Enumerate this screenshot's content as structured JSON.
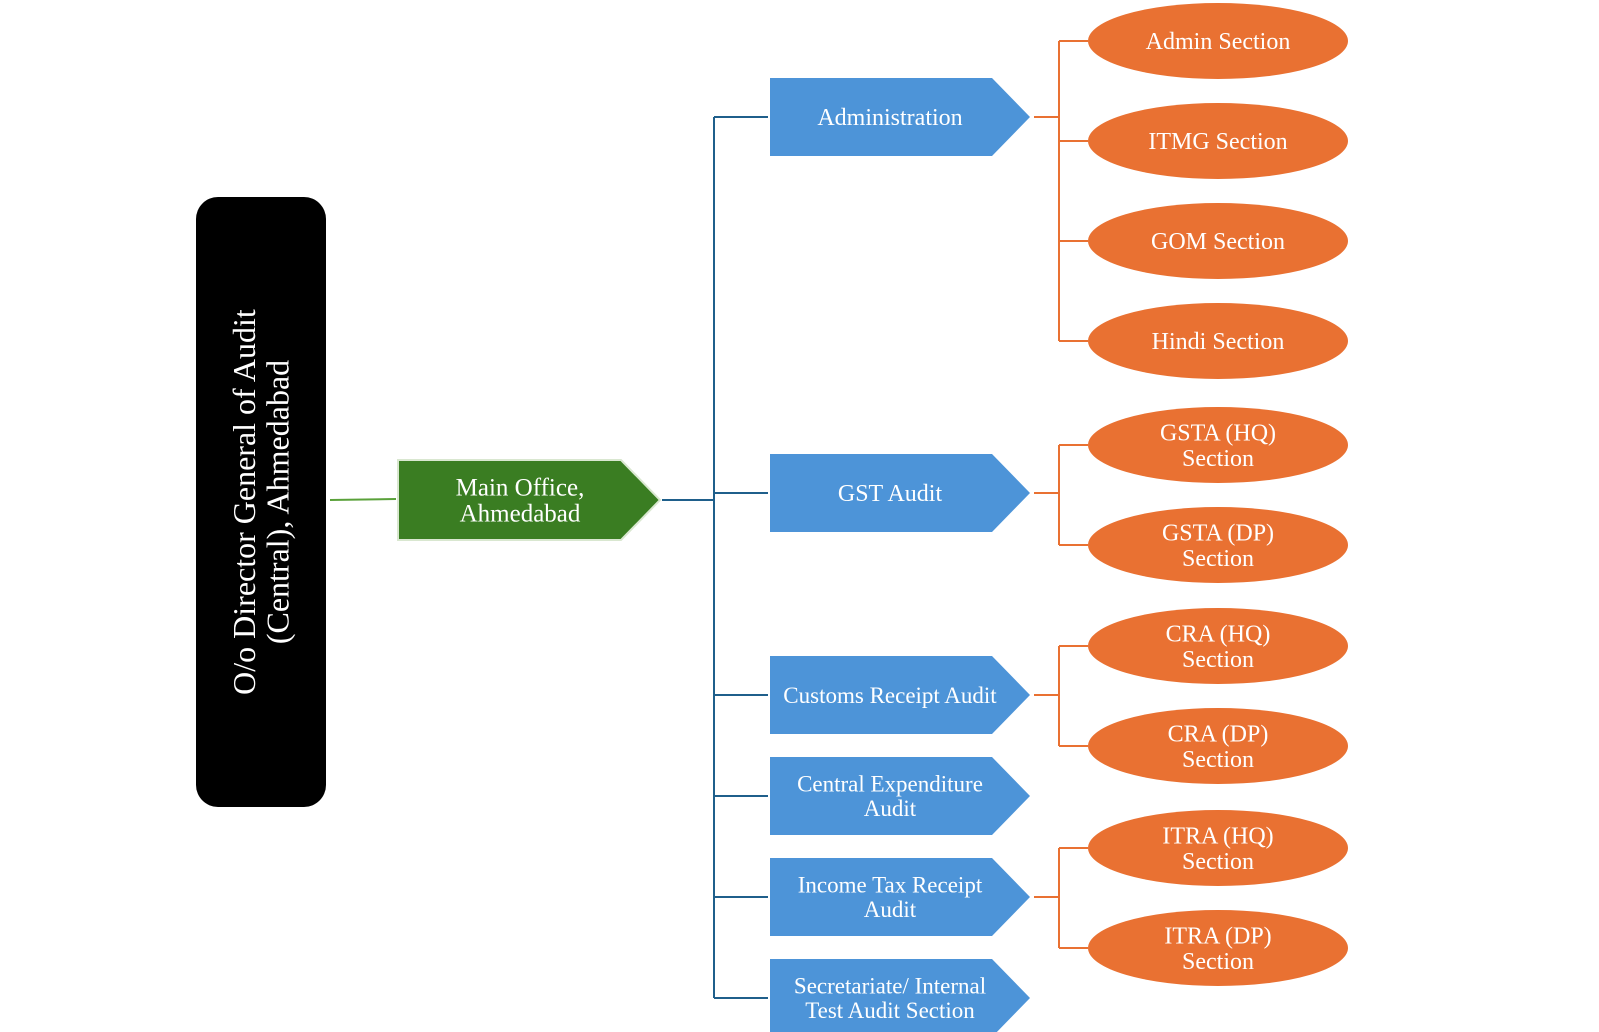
{
  "root": {
    "lines": [
      "O/o Director General of Audit",
      "(Central), Ahmedabad"
    ]
  },
  "main_office": {
    "lines": [
      "Main Office,",
      "Ahmedabad"
    ]
  },
  "wings": [
    {
      "id": "administration",
      "lines": [
        "Administration"
      ],
      "sections": [
        {
          "id": "admin",
          "lines": [
            "Admin Section"
          ]
        },
        {
          "id": "itmg",
          "lines": [
            "ITMG Section"
          ]
        },
        {
          "id": "gom",
          "lines": [
            "GOM Section"
          ]
        },
        {
          "id": "hindi",
          "lines": [
            "Hindi Section"
          ]
        }
      ]
    },
    {
      "id": "gst-audit",
      "lines": [
        "GST Audit"
      ],
      "sections": [
        {
          "id": "gsta-hq",
          "lines": [
            "GSTA (HQ)",
            "Section"
          ]
        },
        {
          "id": "gsta-dp",
          "lines": [
            "GSTA (DP)",
            "Section"
          ]
        }
      ]
    },
    {
      "id": "customs-receipt-audit",
      "lines": [
        "Customs Receipt Audit"
      ],
      "sections": [
        {
          "id": "cra-hq",
          "lines": [
            "CRA (HQ)",
            "Section"
          ]
        },
        {
          "id": "cra-dp",
          "lines": [
            "CRA (DP)",
            "Section"
          ]
        }
      ]
    },
    {
      "id": "central-expenditure-audit",
      "lines": [
        "Central Expenditure",
        "Audit"
      ],
      "sections": []
    },
    {
      "id": "income-tax-receipt-audit",
      "lines": [
        "Income Tax Receipt",
        "Audit"
      ],
      "sections": [
        {
          "id": "itra-hq",
          "lines": [
            "ITRA (HQ)",
            "Section"
          ]
        },
        {
          "id": "itra-dp",
          "lines": [
            "ITRA (DP)",
            "Section"
          ]
        }
      ]
    },
    {
      "id": "secretariate-internal-test-audit-section",
      "lines": [
        "Secretariate/ Internal",
        "Test Audit Section"
      ],
      "sections": []
    }
  ],
  "colors": {
    "root_fill": "#000000",
    "main_fill": "#3a7d22",
    "main_connector": "#5aa13a",
    "wing_fill": "#4d94d8",
    "wing_connector": "#1f5f8b",
    "section_fill": "#e97132",
    "section_connector": "#e97132",
    "text": "#ffffff"
  }
}
